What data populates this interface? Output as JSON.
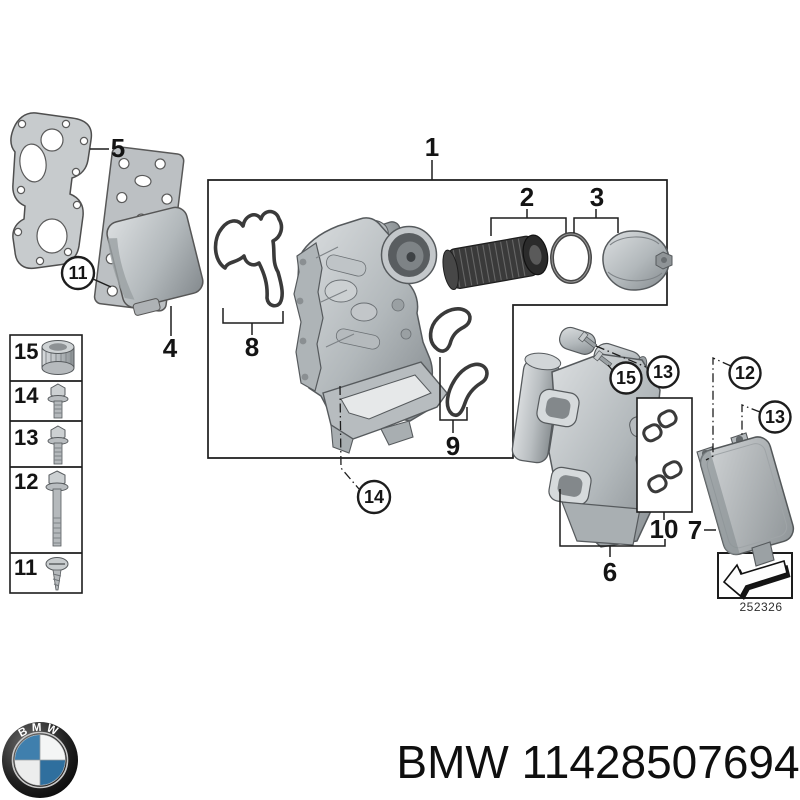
{
  "colors": {
    "background": "#ffffff",
    "line": "#1d1d1d",
    "bmw_blue": "#3f7fad",
    "bmw_blue_dark": "#2f6f9e",
    "gasket": "#3a3a3a",
    "metal_light": "#dcdfe1",
    "metal_dark": "#83898d"
  },
  "diagram": {
    "ref_code": "252326",
    "callouts": {
      "c1": "1",
      "c2": "2",
      "c3": "3",
      "c4": "4",
      "c5": "5",
      "c6": "6",
      "c7": "7",
      "c8": "8",
      "c9": "9",
      "c10": "10"
    },
    "circled": {
      "c11": "11",
      "c14": "14",
      "c15": "15",
      "c13a": "13",
      "c12": "12",
      "c13b": "13"
    },
    "fasteners": [
      {
        "label": "15"
      },
      {
        "label": "14"
      },
      {
        "label": "13"
      },
      {
        "label": "12"
      },
      {
        "label": "11"
      }
    ]
  },
  "footer": {
    "logo_text": "BMW",
    "part_number_label": "BMW 11428507694"
  }
}
